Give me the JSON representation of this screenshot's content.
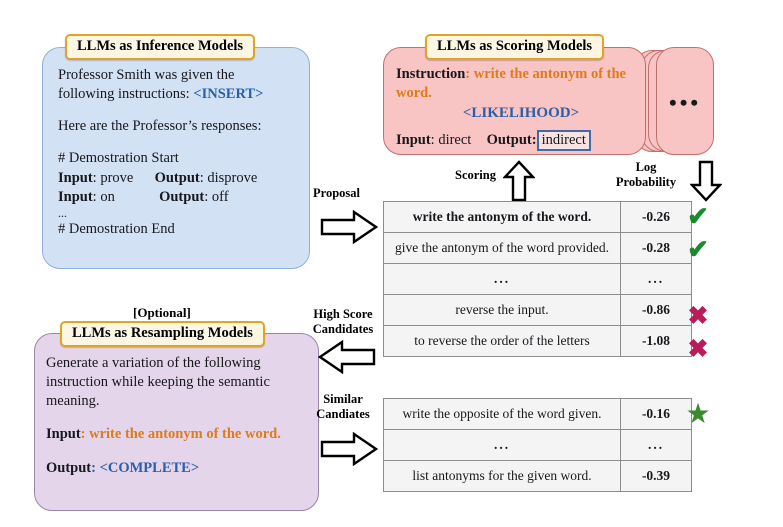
{
  "inference": {
    "title": "LLMs as Inference Models",
    "line1_a": "Professor Smith was given the",
    "line1_b": "following instructions: ",
    "insert_token": "<INSERT>",
    "line2": "Here are the Professor’s responses:",
    "demo_start": "# Demostration Start",
    "row1_in_label": "Input",
    "row1_in_value": ": prove",
    "row1_out_label": "Output",
    "row1_out_value": ": disprove",
    "row2_in_label": "Input",
    "row2_in_value": ": on",
    "row2_out_label": "Output",
    "row2_out_value": ": off",
    "ellipsis": "...",
    "demo_end": "# Demostration End"
  },
  "scoring": {
    "title": "LLMs as Scoring Models",
    "instruction_label": "Instruction",
    "instruction_value": ": write the antonym of the word.",
    "likelihood_token": "<LIKELIHOOD>",
    "input_label": "Input",
    "input_value": ": direct",
    "output_label": "Output",
    "output_value": "indirect",
    "stack_dots": "•••"
  },
  "resampling": {
    "optional": "[Optional]",
    "title": "LLMs as Resampling Models",
    "body_line1": "Generate a variation of the following",
    "body_line2": "instruction while keeping the semantic",
    "body_line3": "meaning.",
    "input_label": "Input",
    "input_value": ": write the antonym of the word.",
    "output_label": "Output",
    "output_value": ": <COMPLETE>"
  },
  "captions": {
    "proposal": "Proposal",
    "scoring": "Scoring",
    "log_probability_line1": "Log",
    "log_probability_line2": "Probability",
    "high_score_line1": "High Score",
    "high_score_line2": "Candidates",
    "similar_line1": "Similar",
    "similar_line2": "Candiates"
  },
  "tables": {
    "top": {
      "rows": [
        {
          "text": "write the antonym of the word.",
          "score": "-0.26",
          "text_style": "orange",
          "score_style": "good",
          "mark": "check"
        },
        {
          "text": "give the antonym of the word provided.",
          "score": "-0.28",
          "text_style": "plain",
          "score_style": "good",
          "mark": "check"
        },
        {
          "text": "...",
          "score": "...",
          "text_style": "ellipsis",
          "score_style": "ellipsis",
          "mark": "none"
        },
        {
          "text": "reverse the input.",
          "score": "-0.86",
          "text_style": "plain",
          "score_style": "bad",
          "mark": "cross"
        },
        {
          "text": "to reverse the order of the letters",
          "score": "-1.08",
          "text_style": "plain",
          "score_style": "bad",
          "mark": "cross"
        }
      ]
    },
    "bottom": {
      "rows": [
        {
          "text": "write the opposite of the word given.",
          "score": "-0.16",
          "text_style": "plain",
          "score_style": "good",
          "mark": "star"
        },
        {
          "text": "...",
          "score": "...",
          "text_style": "ellipsis",
          "score_style": "ellipsis",
          "mark": "none"
        },
        {
          "text": "list antonyms for the given word.",
          "score": "-0.39",
          "text_style": "plain",
          "score_style": "bad",
          "mark": "none"
        }
      ]
    }
  },
  "colors": {
    "inference_bg": "#d3e1f5",
    "scoring_bg": "#f8c4c4",
    "resampling_bg": "#e4d5ea",
    "title_bg": "#fdf6e3",
    "title_border": "#e0a526",
    "orange_text": "#e07b1a",
    "blue_text": "#2a5fa8",
    "score_good": "#13893a",
    "score_bad": "#a7123b",
    "check_green": "#1a8a2e",
    "cross_crimson": "#b81c5a",
    "star_green": "#3d8a2e"
  },
  "icons": {
    "check": "✔",
    "cross": "✖",
    "star": "★"
  }
}
